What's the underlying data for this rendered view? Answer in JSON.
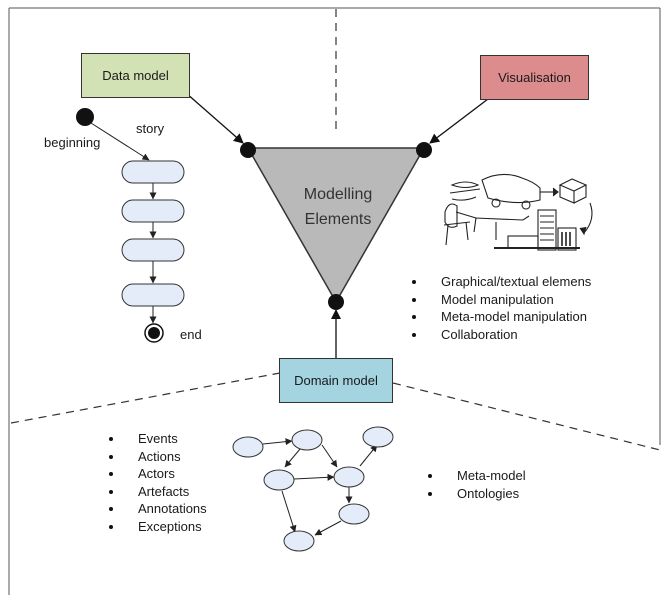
{
  "data_model": {
    "label": "Data model",
    "color": "#d3e2b4"
  },
  "visualisation": {
    "label": "Visualisation",
    "color": "#dc8c8c"
  },
  "domain_model": {
    "label": "Domain model",
    "color": "#a3d4df"
  },
  "modelling_elements": {
    "line1": "Modelling",
    "line2": "Elements",
    "color": "#b9b9b9"
  },
  "story": {
    "beginning": "beginning",
    "story": "story",
    "end": "end",
    "step_color": "#e3ecf8"
  },
  "visualisation_list": [
    "Graphical/textual elemens",
    "Model manipulation",
    "Meta-model manipulation",
    "Collaboration"
  ],
  "domain_list": [
    "Events",
    "Actions",
    "Actors",
    "Artefacts",
    "Annotations",
    "Exceptions"
  ],
  "meta_list": [
    "Meta-model",
    "Ontologies"
  ],
  "graph_node_color": "#e3ecf8"
}
